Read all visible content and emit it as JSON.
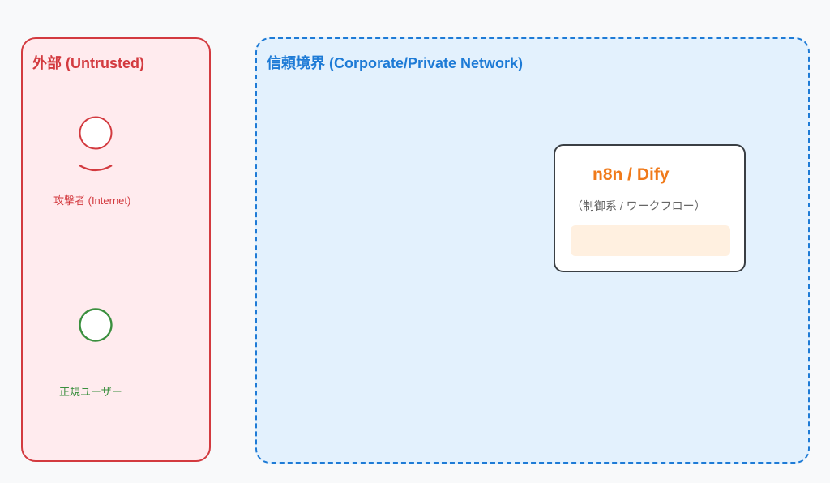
{
  "colors": {
    "untrusted": "#d33a3f",
    "trusted": "#1e7bd6",
    "user": "#3a8f3e",
    "accent": "#f07a1a"
  },
  "external_zone": {
    "title": "外部 (Untrusted)",
    "attacker_label": "攻撃者 (Internet)",
    "user_label": "正規ユーザー"
  },
  "trusted_zone": {
    "title": "信頼境界 (Corporate/Private Network)"
  },
  "node": {
    "title": "n8n / Dify",
    "subtitle": "（制御系 / ワークフロー）"
  }
}
